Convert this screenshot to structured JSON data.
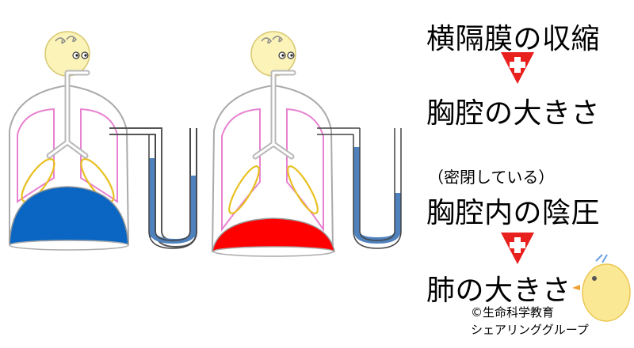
{
  "diagram": {
    "steps": [
      {
        "text": "横隔膜の収縮"
      },
      {
        "text": "胸腔の大きさ"
      },
      {
        "note": "（密閉している）",
        "text": "胸腔内の陰圧"
      },
      {
        "text": "肺の大きさ"
      }
    ],
    "arrow_symbol": "+",
    "credit_line1": "©生命科学教育",
    "credit_line2": "シェアリンググループ"
  },
  "colors": {
    "diaphragm_left": "#0a66c2",
    "diaphragm_right": "#ff0000",
    "manometer_fluid": "#4f81bd",
    "lung_outline": "#e882d0",
    "inner_lung": "#e8c020",
    "arrow": "#e8201e",
    "bell_outline": "#999999"
  }
}
